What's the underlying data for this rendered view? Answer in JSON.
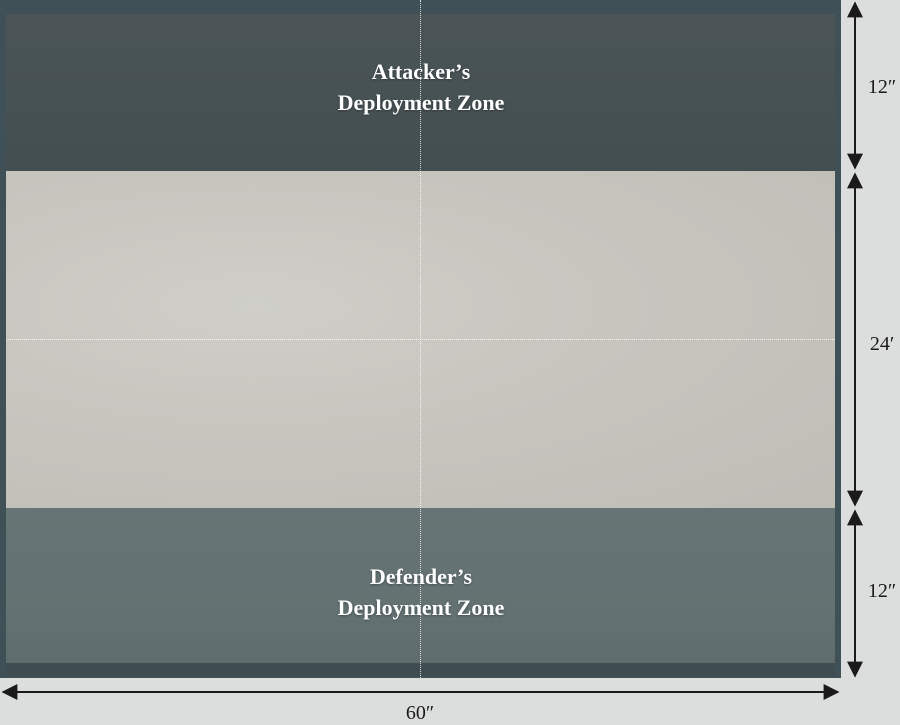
{
  "zones": {
    "attacker": {
      "line1": "Attacker’s",
      "line2": "Deployment Zone"
    },
    "defender": {
      "line1": "Defender’s",
      "line2": "Deployment Zone"
    }
  },
  "dimensions": {
    "top_depth": "12″",
    "middle_depth": "24′",
    "bottom_depth": "12″",
    "width": "60″"
  },
  "colors": {
    "attacker_zone": "#485355",
    "no_mans_land": "#c8c7c0",
    "defender_zone": "#647172",
    "board_edge": "#3f5156",
    "arrow": "#1a1a1a"
  }
}
